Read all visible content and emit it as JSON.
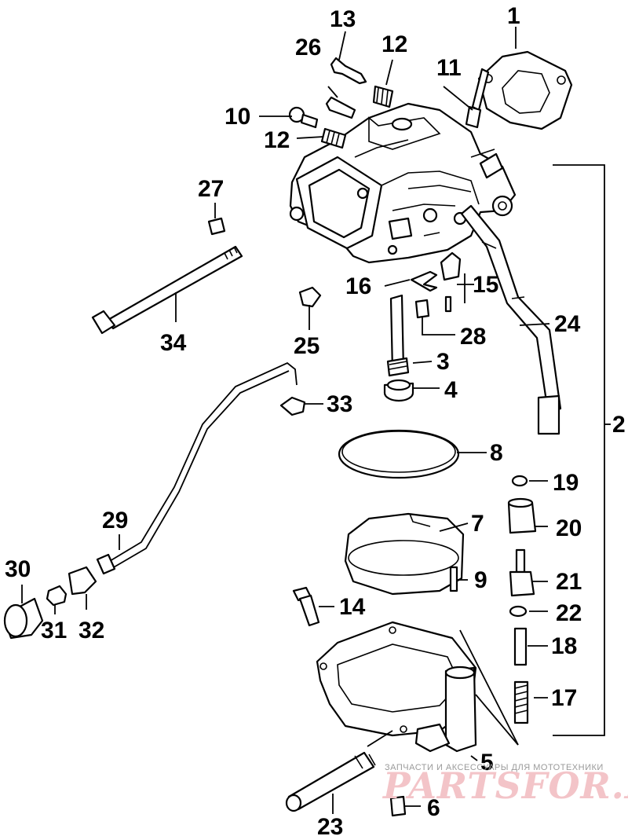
{
  "diagram": {
    "labels": {
      "l1": "1",
      "l2": "2",
      "l3": "3",
      "l4": "4",
      "l5": "5",
      "l6": "6",
      "l7": "7",
      "l8": "8",
      "l9": "9",
      "l10": "10",
      "l11": "11",
      "l12a": "12",
      "l12b": "12",
      "l13": "13",
      "l14": "14",
      "l15": "15",
      "l16": "16",
      "l17": "17",
      "l18": "18",
      "l19": "19",
      "l20": "20",
      "l21": "21",
      "l22": "22",
      "l23": "23",
      "l24": "24",
      "l25": "25",
      "l26": "26",
      "l27": "27",
      "l28": "28",
      "l29": "29",
      "l30": "30",
      "l31": "31",
      "l32": "32",
      "l33": "33",
      "l34": "34"
    }
  },
  "watermark": {
    "tagline": "ЗАПЧАСТИ И АКСЕССУАРЫ ДЛЯ МОТОТЕХНИКИ",
    "brand": "PARTSFOR.RU"
  }
}
